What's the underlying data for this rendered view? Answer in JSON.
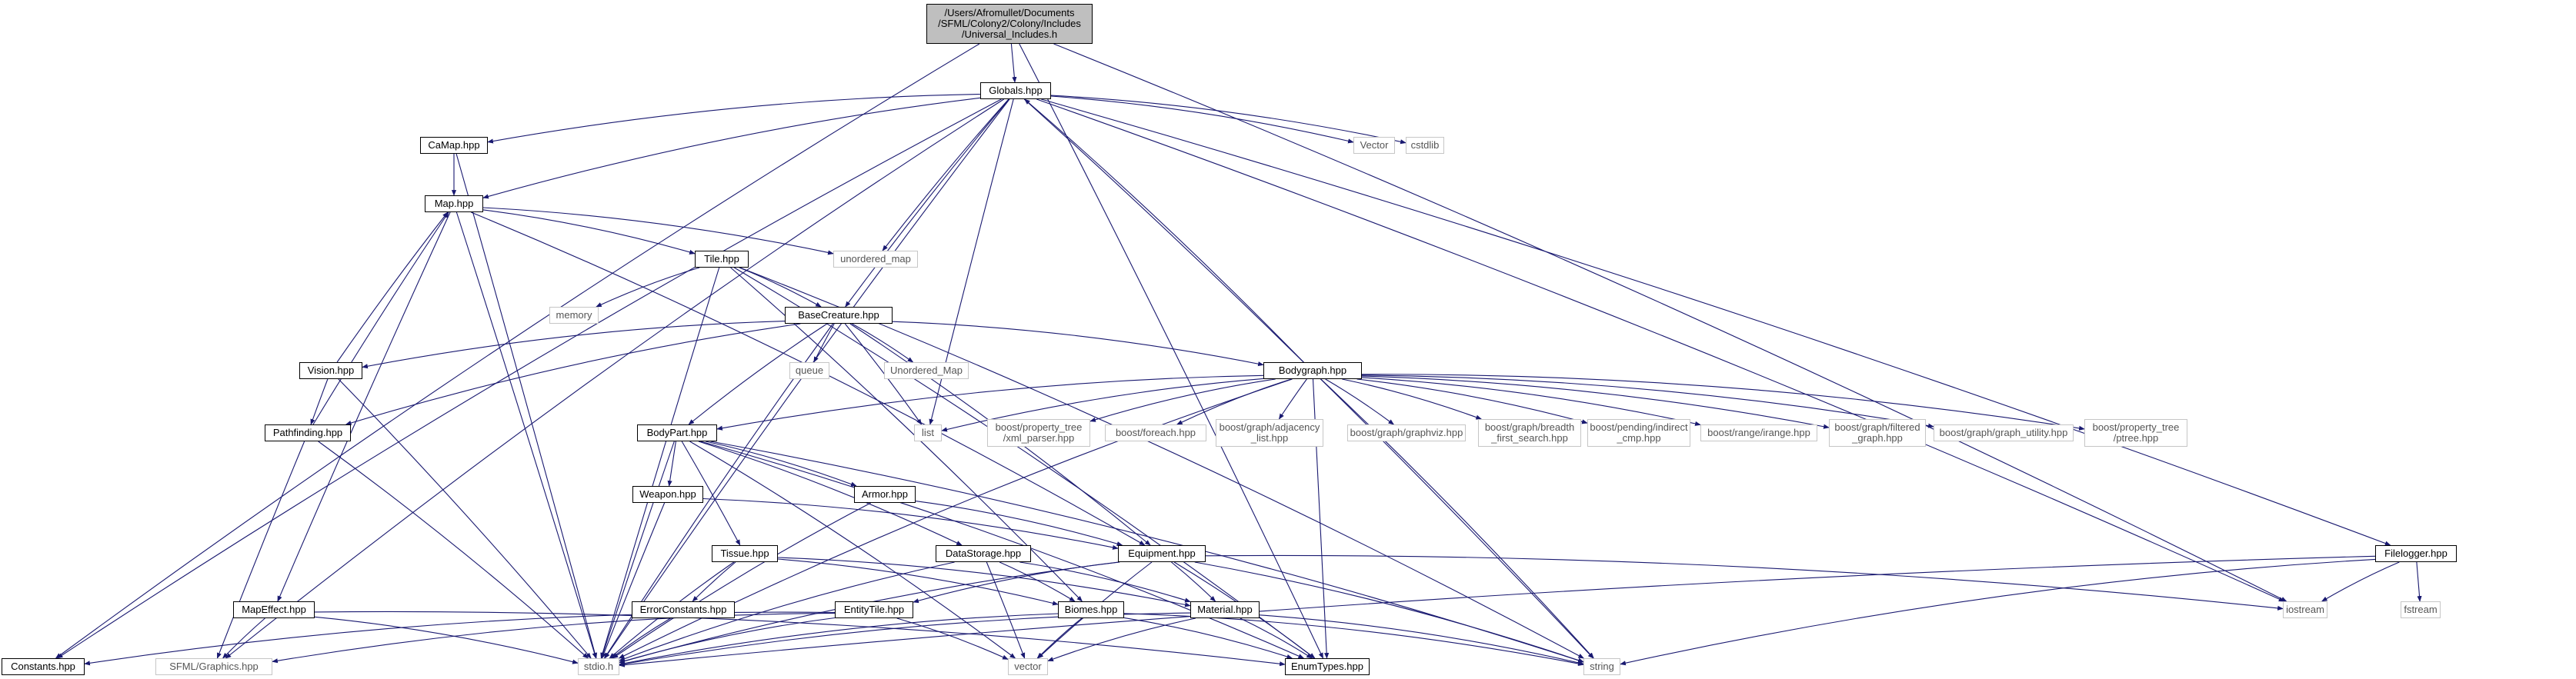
{
  "nodes": [
    {
      "id": "root",
      "kind": "root",
      "lines": [
        "/Users/Afromullet/Documents",
        "/SFML/Colony2/Colony/Includes",
        "/Universal_Includes.h"
      ]
    },
    {
      "id": "globals",
      "kind": "int",
      "lines": [
        "Globals.hpp"
      ]
    },
    {
      "id": "camap",
      "kind": "int",
      "lines": [
        "CaMap.hpp"
      ]
    },
    {
      "id": "vector_cap",
      "kind": "ext",
      "lines": [
        "Vector"
      ]
    },
    {
      "id": "cstdlib",
      "kind": "ext",
      "lines": [
        "cstdlib"
      ]
    },
    {
      "id": "map",
      "kind": "int",
      "lines": [
        "Map.hpp"
      ]
    },
    {
      "id": "unordered_map",
      "kind": "ext",
      "lines": [
        "unordered_map"
      ]
    },
    {
      "id": "tile",
      "kind": "int",
      "lines": [
        "Tile.hpp"
      ]
    },
    {
      "id": "memory",
      "kind": "ext",
      "lines": [
        "memory"
      ]
    },
    {
      "id": "basecreature",
      "kind": "int",
      "lines": [
        "BaseCreature.hpp"
      ]
    },
    {
      "id": "vision",
      "kind": "int",
      "lines": [
        "Vision.hpp"
      ]
    },
    {
      "id": "queue",
      "kind": "ext",
      "lines": [
        "queue"
      ]
    },
    {
      "id": "unordered_map_cap",
      "kind": "ext",
      "lines": [
        "Unordered_Map"
      ]
    },
    {
      "id": "bodygraph",
      "kind": "int",
      "lines": [
        "Bodygraph.hpp"
      ]
    },
    {
      "id": "pathfinding",
      "kind": "int",
      "lines": [
        "Pathfinding.hpp"
      ]
    },
    {
      "id": "bodypart",
      "kind": "int",
      "lines": [
        "BodyPart.hpp"
      ]
    },
    {
      "id": "list",
      "kind": "ext",
      "lines": [
        "list"
      ]
    },
    {
      "id": "ptree_xml",
      "kind": "ext",
      "lines": [
        "boost/property_tree",
        "/xml_parser.hpp"
      ]
    },
    {
      "id": "foreach",
      "kind": "ext",
      "lines": [
        "boost/foreach.hpp"
      ]
    },
    {
      "id": "adjlist",
      "kind": "ext",
      "lines": [
        "boost/graph/adjacency",
        "_list.hpp"
      ]
    },
    {
      "id": "graphviz",
      "kind": "ext",
      "lines": [
        "boost/graph/graphviz.hpp"
      ]
    },
    {
      "id": "bfs",
      "kind": "ext",
      "lines": [
        "boost/graph/breadth",
        "_first_search.hpp"
      ]
    },
    {
      "id": "indirect",
      "kind": "ext",
      "lines": [
        "boost/pending/indirect",
        "_cmp.hpp"
      ]
    },
    {
      "id": "irange",
      "kind": "ext",
      "lines": [
        "boost/range/irange.hpp"
      ]
    },
    {
      "id": "filtered",
      "kind": "ext",
      "lines": [
        "boost/graph/filtered",
        "_graph.hpp"
      ]
    },
    {
      "id": "graph_utility",
      "kind": "ext",
      "lines": [
        "boost/graph/graph_utility.hpp"
      ]
    },
    {
      "id": "ptree",
      "kind": "ext",
      "lines": [
        "boost/property_tree",
        "/ptree.hpp"
      ]
    },
    {
      "id": "weapon",
      "kind": "int",
      "lines": [
        "Weapon.hpp"
      ]
    },
    {
      "id": "armor",
      "kind": "int",
      "lines": [
        "Armor.hpp"
      ]
    },
    {
      "id": "datastorage",
      "kind": "int",
      "lines": [
        "DataStorage.hpp"
      ]
    },
    {
      "id": "equipment",
      "kind": "int",
      "lines": [
        "Equipment.hpp"
      ]
    },
    {
      "id": "tissue",
      "kind": "int",
      "lines": [
        "Tissue.hpp"
      ]
    },
    {
      "id": "errorconstants",
      "kind": "int",
      "lines": [
        "ErrorConstants.hpp"
      ]
    },
    {
      "id": "entitytile",
      "kind": "int",
      "lines": [
        "EntityTile.hpp"
      ]
    },
    {
      "id": "biomes",
      "kind": "int",
      "lines": [
        "Biomes.hpp"
      ]
    },
    {
      "id": "material",
      "kind": "int",
      "lines": [
        "Material.hpp"
      ]
    },
    {
      "id": "mapeffect",
      "kind": "int",
      "lines": [
        "MapEffect.hpp"
      ]
    },
    {
      "id": "filelogger",
      "kind": "int",
      "lines": [
        "Filelogger.hpp"
      ]
    },
    {
      "id": "iostream",
      "kind": "ext",
      "lines": [
        "iostream"
      ]
    },
    {
      "id": "fstream",
      "kind": "ext",
      "lines": [
        "fstream"
      ]
    },
    {
      "id": "constants",
      "kind": "int",
      "lines": [
        "Constants.hpp"
      ]
    },
    {
      "id": "sfml",
      "kind": "ext",
      "lines": [
        "SFML/Graphics.hpp"
      ]
    },
    {
      "id": "stdio",
      "kind": "ext",
      "lines": [
        "stdio.h"
      ]
    },
    {
      "id": "vector",
      "kind": "ext",
      "lines": [
        "vector"
      ]
    },
    {
      "id": "enumtypes",
      "kind": "int",
      "lines": [
        "EnumTypes.hpp"
      ]
    },
    {
      "id": "string",
      "kind": "ext",
      "lines": [
        "string"
      ]
    }
  ],
  "edges": [
    [
      "root",
      "globals"
    ],
    [
      "root",
      "constants"
    ],
    [
      "root",
      "iostream"
    ],
    [
      "root",
      "enumtypes"
    ],
    [
      "globals",
      "camap"
    ],
    [
      "globals",
      "map"
    ],
    [
      "globals",
      "vector_cap"
    ],
    [
      "globals",
      "cstdlib"
    ],
    [
      "globals",
      "unordered_map"
    ],
    [
      "globals",
      "basecreature"
    ],
    [
      "globals",
      "list"
    ],
    [
      "globals",
      "constants"
    ],
    [
      "globals",
      "sfml"
    ],
    [
      "globals",
      "stdio"
    ],
    [
      "globals",
      "filelogger"
    ],
    [
      "globals",
      "string"
    ],
    [
      "globals",
      "iostream"
    ],
    [
      "camap",
      "map"
    ],
    [
      "camap",
      "stdio"
    ],
    [
      "map",
      "tile"
    ],
    [
      "map",
      "unordered_map"
    ],
    [
      "map",
      "mapeffect"
    ],
    [
      "map",
      "stdio"
    ],
    [
      "map",
      "equipment"
    ],
    [
      "tile",
      "memory"
    ],
    [
      "tile",
      "basecreature"
    ],
    [
      "tile",
      "stdio"
    ],
    [
      "tile",
      "enumtypes"
    ],
    [
      "tile",
      "biomes"
    ],
    [
      "tile",
      "string"
    ],
    [
      "basecreature",
      "vision"
    ],
    [
      "basecreature",
      "pathfinding"
    ],
    [
      "basecreature",
      "bodypart"
    ],
    [
      "basecreature",
      "queue"
    ],
    [
      "basecreature",
      "unordered_map_cap"
    ],
    [
      "basecreature",
      "list"
    ],
    [
      "basecreature",
      "bodygraph"
    ],
    [
      "basecreature",
      "stdio"
    ],
    [
      "basecreature",
      "equipment"
    ],
    [
      "vision",
      "map"
    ],
    [
      "vision",
      "pathfinding"
    ],
    [
      "vision",
      "stdio"
    ],
    [
      "pathfinding",
      "map"
    ],
    [
      "pathfinding",
      "sfml"
    ],
    [
      "pathfinding",
      "stdio"
    ],
    [
      "bodygraph",
      "globals"
    ],
    [
      "bodygraph",
      "bodypart"
    ],
    [
      "bodygraph",
      "list"
    ],
    [
      "bodygraph",
      "ptree_xml"
    ],
    [
      "bodygraph",
      "foreach"
    ],
    [
      "bodygraph",
      "adjlist"
    ],
    [
      "bodygraph",
      "graphviz"
    ],
    [
      "bodygraph",
      "bfs"
    ],
    [
      "bodygraph",
      "indirect"
    ],
    [
      "bodygraph",
      "irange"
    ],
    [
      "bodygraph",
      "filtered"
    ],
    [
      "bodygraph",
      "graph_utility"
    ],
    [
      "bodygraph",
      "ptree"
    ],
    [
      "bodygraph",
      "stdio"
    ],
    [
      "bodygraph",
      "enumtypes"
    ],
    [
      "bodygraph",
      "string"
    ],
    [
      "bodypart",
      "weapon"
    ],
    [
      "bodypart",
      "armor"
    ],
    [
      "bodypart",
      "tissue"
    ],
    [
      "bodypart",
      "datastorage"
    ],
    [
      "bodypart",
      "stdio"
    ],
    [
      "bodypart",
      "vector"
    ],
    [
      "bodypart",
      "enumtypes"
    ],
    [
      "bodypart",
      "string"
    ],
    [
      "weapon",
      "equipment"
    ],
    [
      "weapon",
      "stdio"
    ],
    [
      "armor",
      "equipment"
    ],
    [
      "armor",
      "stdio"
    ],
    [
      "datastorage",
      "biomes"
    ],
    [
      "datastorage",
      "material"
    ],
    [
      "datastorage",
      "stdio"
    ],
    [
      "datastorage",
      "vector"
    ],
    [
      "equipment",
      "entitytile"
    ],
    [
      "equipment",
      "material"
    ],
    [
      "equipment",
      "iostream"
    ],
    [
      "equipment",
      "stdio"
    ],
    [
      "equipment",
      "enumtypes"
    ],
    [
      "equipment",
      "string"
    ],
    [
      "equipment",
      "vector"
    ],
    [
      "tissue",
      "errorconstants"
    ],
    [
      "tissue",
      "material"
    ],
    [
      "tissue",
      "stdio"
    ],
    [
      "tissue",
      "biomes"
    ],
    [
      "errorconstants",
      "stdio"
    ],
    [
      "entitytile",
      "stdio"
    ],
    [
      "entitytile",
      "vector"
    ],
    [
      "entitytile",
      "sfml"
    ],
    [
      "entitytile",
      "constants"
    ],
    [
      "biomes",
      "stdio"
    ],
    [
      "biomes",
      "enumtypes"
    ],
    [
      "biomes",
      "string"
    ],
    [
      "biomes",
      "vector"
    ],
    [
      "material",
      "stdio"
    ],
    [
      "material",
      "enumtypes"
    ],
    [
      "material",
      "vector"
    ],
    [
      "material",
      "string"
    ],
    [
      "mapeffect",
      "sfml"
    ],
    [
      "mapeffect",
      "stdio"
    ],
    [
      "mapeffect",
      "enumtypes"
    ],
    [
      "filelogger",
      "iostream"
    ],
    [
      "filelogger",
      "fstream"
    ],
    [
      "filelogger",
      "string"
    ],
    [
      "filelogger",
      "stdio"
    ]
  ],
  "colors": {
    "edge": "#191970",
    "internal_border": "#000000",
    "external_border": "#c6c6c6",
    "root_fill": "#bfbfbf"
  }
}
